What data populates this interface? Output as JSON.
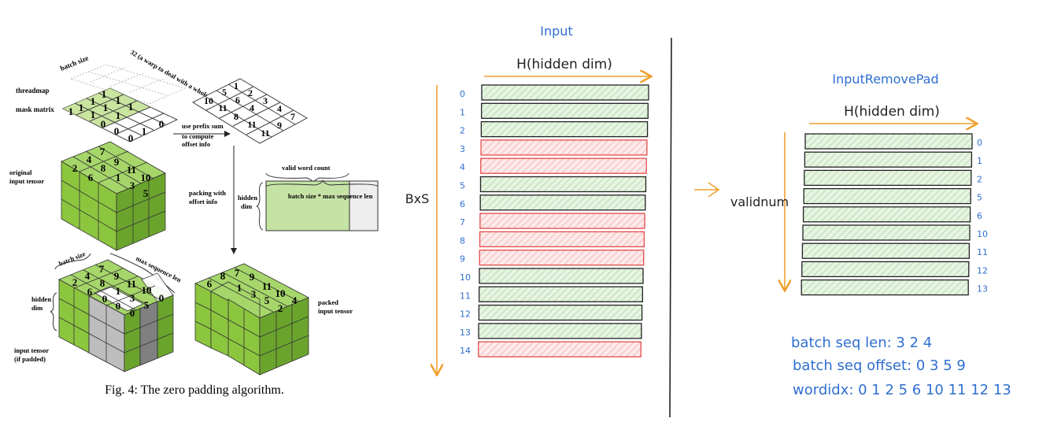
{
  "left_figure": {
    "labels": {
      "threadmap": "threadmap",
      "mask_matrix": "mask matrix",
      "batch_size_top": "batch size",
      "warp_note": "32 (a warp to deal with a whole sequence)",
      "prefix_sum_1": "use prefix sum",
      "prefix_sum_2": "to  compute",
      "prefix_sum_3": "offset info",
      "original_1": "original",
      "original_2": "input tensor",
      "valid_word_count": "valid word count",
      "packing_1": "packing with",
      "packing_2": "offset info",
      "hidden_1": "hidden",
      "hidden_2": "dim",
      "batch_x_len": "batch size * max sequence len",
      "batch_size_bottom": "batch size",
      "max_seq_len": "max sequence len",
      "hidden_b1": "hidden",
      "hidden_b2": "dim",
      "input_padded_1": "input tensor",
      "input_padded_2": "(if padded)",
      "packed_1": "packed",
      "packed_2": "input tensor"
    },
    "mask_row1": [
      "1",
      "1",
      "1",
      "1"
    ],
    "mask_row2": [
      "1",
      "1",
      "1",
      "1",
      "0"
    ],
    "mask_row3": [
      "0",
      "1",
      "1"
    ],
    "mask_row4": [
      "0",
      "0"
    ],
    "offset_diamond": [
      "1",
      "2",
      "5",
      "3",
      "10",
      "6",
      "4",
      "11",
      "7",
      "4",
      "8",
      "11",
      "9",
      "11"
    ],
    "cube_numbers": [
      "7",
      "9",
      "4",
      "2",
      "8",
      "11",
      "6",
      "1",
      "10",
      "3",
      "5"
    ],
    "padded_numbers": [
      "7",
      "9",
      "4",
      "2",
      "8",
      "11",
      "6",
      "1",
      "10",
      "0",
      "3",
      "0",
      "0",
      "5",
      "0"
    ],
    "packed_numbers": [
      "8",
      "7",
      "9",
      "6",
      "1",
      "11",
      "10",
      "3",
      "5",
      "4",
      "2"
    ],
    "caption": "Fig. 4: The zero padding algorithm."
  },
  "middle": {
    "title": "Input",
    "hidden_label": "H(hidden dim)",
    "bxs_label": "BxS",
    "row_indices": [
      "0",
      "1",
      "2",
      "3",
      "4",
      "5",
      "6",
      "7",
      "8",
      "9",
      "10",
      "11",
      "12",
      "13",
      "14"
    ],
    "row_valid": [
      true,
      true,
      true,
      false,
      false,
      true,
      true,
      false,
      false,
      false,
      true,
      true,
      true,
      true,
      false
    ]
  },
  "right": {
    "title": "InputRemovePad",
    "hidden_label": "H(hidden dim)",
    "validnum_label": "validnum",
    "row_indices": [
      "0",
      "1",
      "2",
      "5",
      "6",
      "10",
      "11",
      "12",
      "13"
    ],
    "info": [
      "batch seq len: 3 2 4",
      "batch seq offset: 0 3 5 9",
      "wordidx: 0 1 2 5 6 10 11 12 13"
    ]
  },
  "colors": {
    "valid_fill": "#dff0d8",
    "invalid_fill": "#fbe3e3",
    "invalid_stroke": "#e34b4b",
    "orange": "#f0a030",
    "blue_text": "#2f6fd0",
    "cube_green": "#8cc63f"
  }
}
